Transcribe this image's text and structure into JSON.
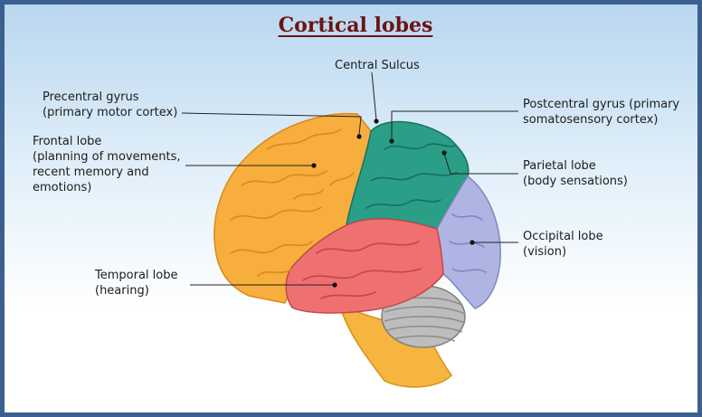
{
  "diagram": {
    "title": "Cortical lobes",
    "labels": {
      "central_sulcus": "Central Sulcus",
      "precentral_gyrus": "Precentral gyrus\n(primary motor cortex)",
      "frontal_lobe": "Frontal lobe\n(planning of movements,\nrecent memory and\nemotions)",
      "temporal_lobe": "Temporal lobe\n(hearing)",
      "postcentral_gyrus": "Postcentral gyrus (primary\nsomatosensory cortex)",
      "parietal_lobe": "Parietal lobe\n(body sensations)",
      "occipital_lobe": "Occipital lobe\n(vision)"
    },
    "colors": {
      "frontal": "#f7ae3c",
      "parietal": "#2a9e86",
      "temporal": "#ee7070",
      "occipital": "#aeb5e2",
      "cerebellum": "#bdbdbd",
      "brainstem": "#f6b53e",
      "title": "#6b1414",
      "frame": "#3b5f90"
    }
  }
}
